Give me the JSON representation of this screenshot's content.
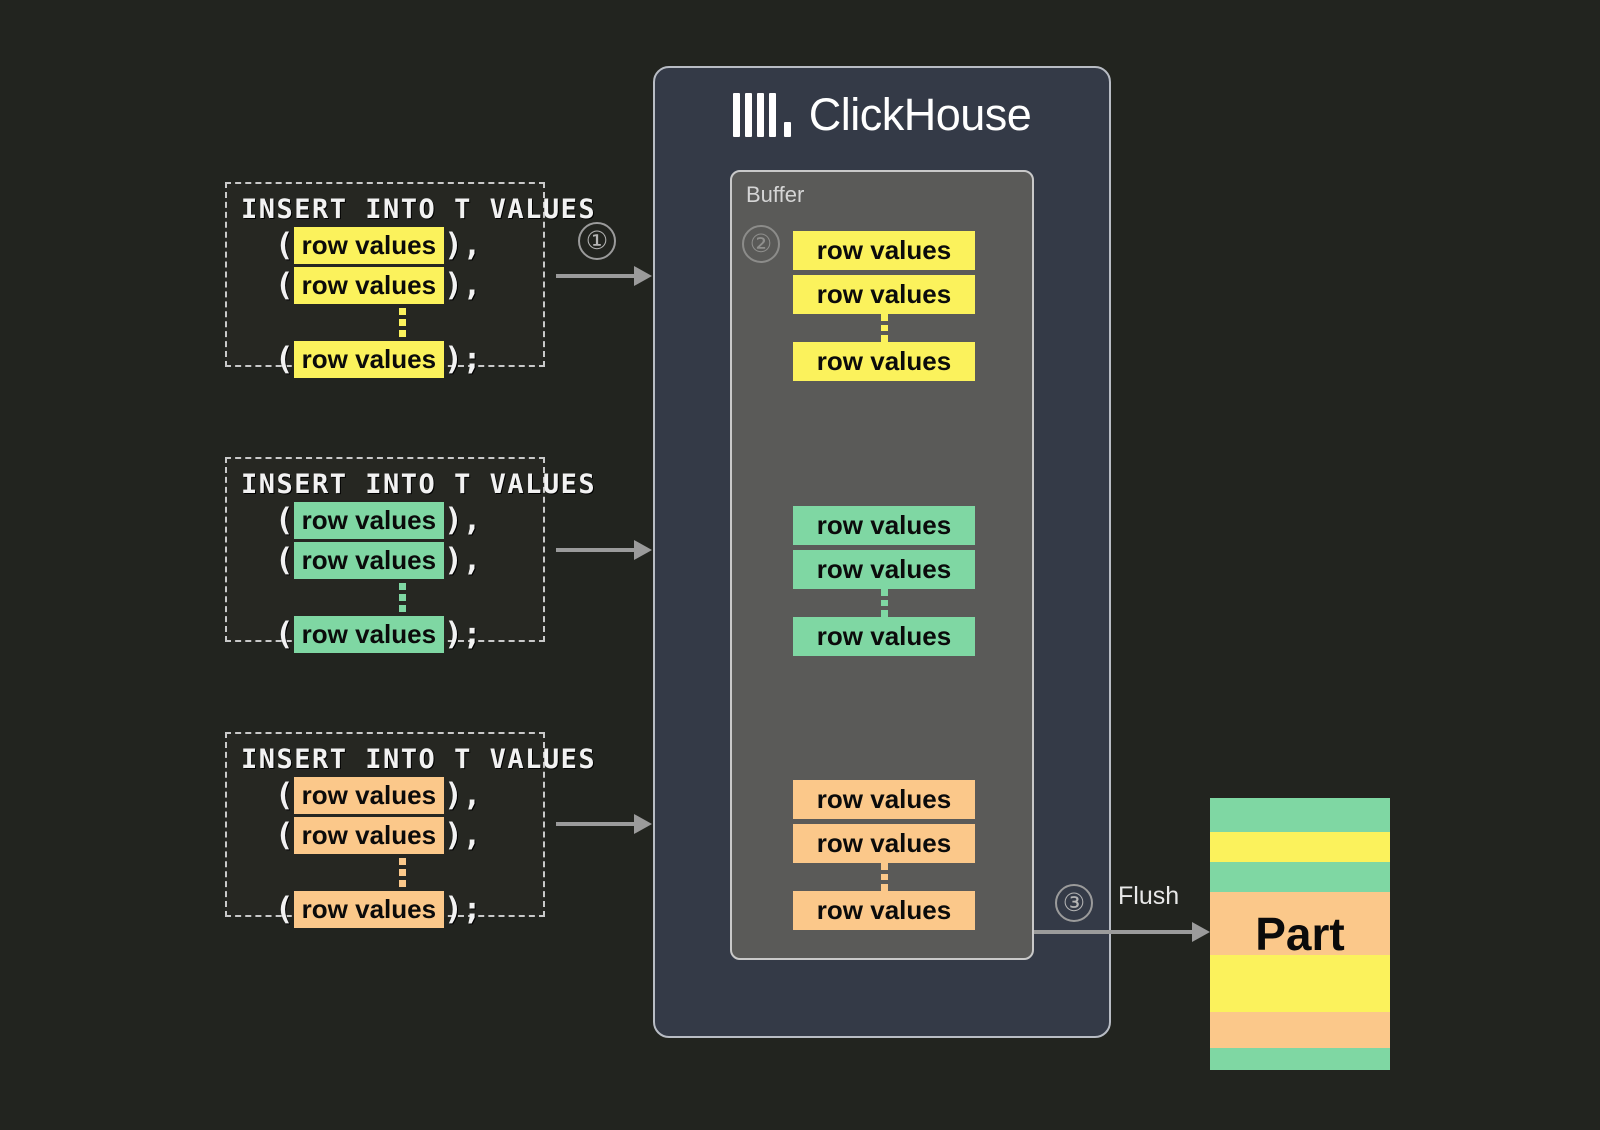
{
  "background_color": "#22241f",
  "palette": {
    "yellow": "#fbf25c",
    "green": "#7fd7a3",
    "orange": "#fbc88a",
    "panel": "#343a47",
    "buffer": "#5a5a58",
    "arrow": "#9b9b9b"
  },
  "clickhouse": {
    "logo_icon": "clickhouse-bars-logo",
    "wordmark": "ClickHouse"
  },
  "buffer": {
    "title": "Buffer",
    "groups": [
      {
        "color": "yellow",
        "rows": [
          "row values",
          "row values",
          "row values"
        ],
        "ellipsis": "vertical-dots"
      },
      {
        "color": "green",
        "rows": [
          "row values",
          "row values",
          "row values"
        ],
        "ellipsis": "vertical-dots"
      },
      {
        "color": "orange",
        "rows": [
          "row values",
          "row values",
          "row values"
        ],
        "ellipsis": "vertical-dots"
      }
    ]
  },
  "inserts": [
    {
      "color": "yellow",
      "header": "INSERT INTO T VALUES",
      "lines": [
        {
          "open": "(",
          "value": "row values",
          "close": "),"
        },
        {
          "open": "(",
          "value": "row values",
          "close": "),"
        },
        {
          "open": "(",
          "value": "row values",
          "close": ");"
        }
      ]
    },
    {
      "color": "green",
      "header": "INSERT INTO T VALUES",
      "lines": [
        {
          "open": "(",
          "value": "row values",
          "close": "),"
        },
        {
          "open": "(",
          "value": "row values",
          "close": "),"
        },
        {
          "open": "(",
          "value": "row values",
          "close": ");"
        }
      ]
    },
    {
      "color": "orange",
      "header": "INSERT INTO T VALUES",
      "lines": [
        {
          "open": "(",
          "value": "row values",
          "close": "),"
        },
        {
          "open": "(",
          "value": "row values",
          "close": "),"
        },
        {
          "open": "(",
          "value": "row values",
          "close": ");"
        }
      ]
    }
  ],
  "steps": {
    "one": "①",
    "two": "②",
    "three": "③"
  },
  "flush": {
    "label": "Flush"
  },
  "part": {
    "label": "Part",
    "stripes": [
      {
        "color": "green",
        "height": 34
      },
      {
        "color": "yellow",
        "height": 30
      },
      {
        "color": "green",
        "height": 30
      },
      {
        "color": "orange",
        "height": 63
      },
      {
        "color": "yellow",
        "height": 57
      },
      {
        "color": "orange",
        "height": 36
      },
      {
        "color": "green",
        "height": 22
      }
    ]
  }
}
